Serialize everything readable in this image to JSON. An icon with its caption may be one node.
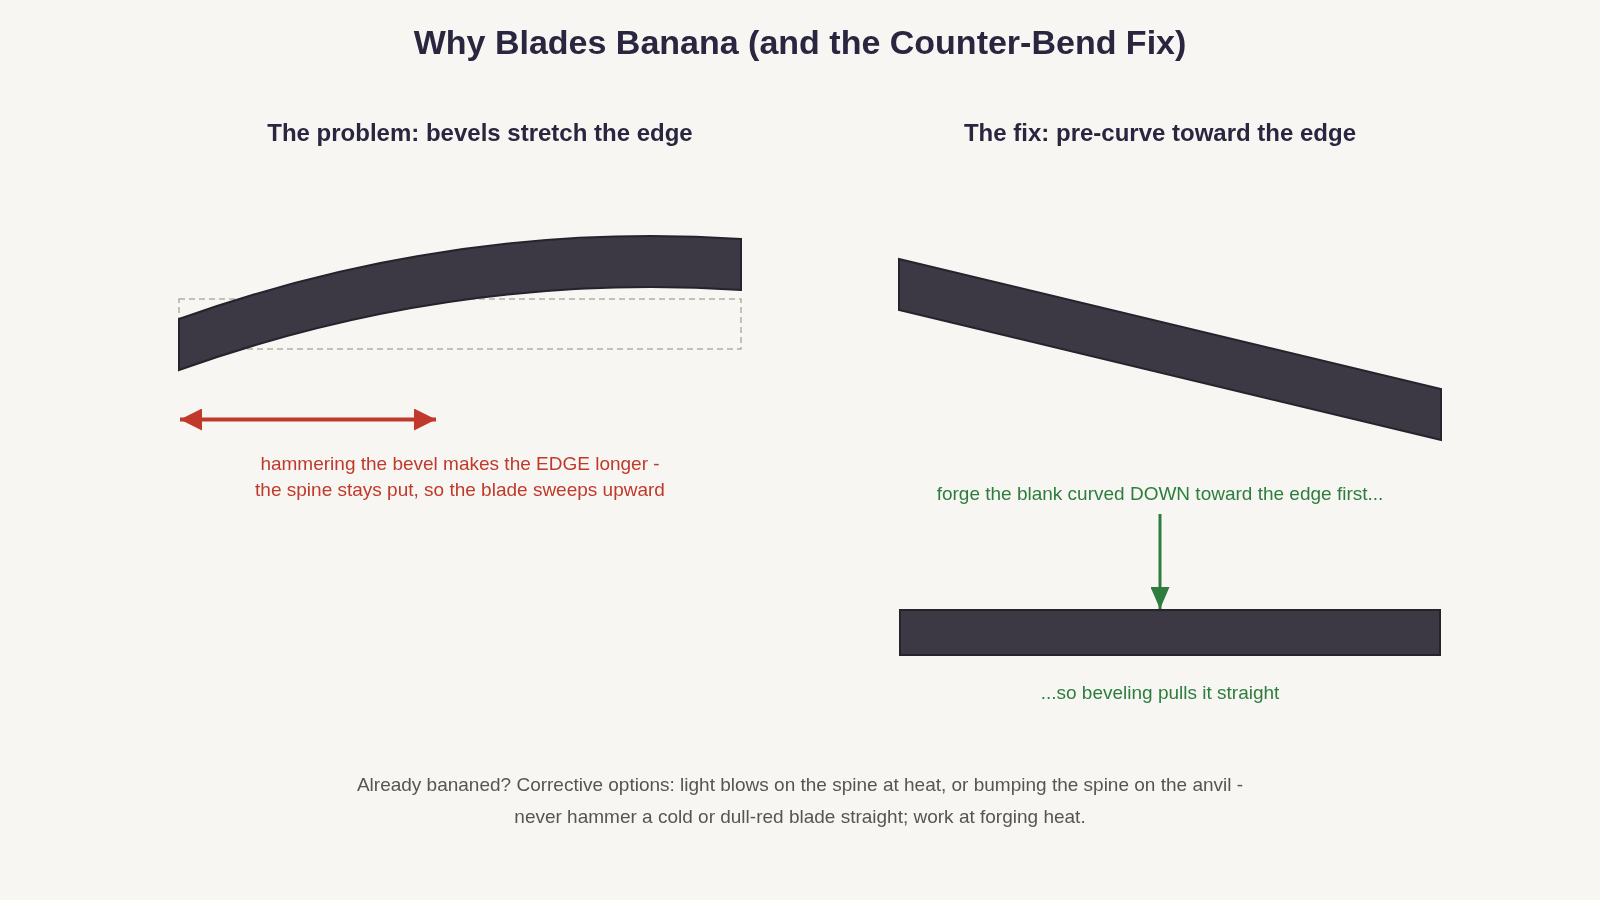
{
  "diagram": {
    "title": "Why Blades Banana (and the Counter-Bend Fix)",
    "nodes": [
      {
        "text": [
          "forge the blank curved DOWN toward the edge first..."
        ]
      },
      {
        "text": [],
        "shape": "bar",
        "beside": [
          "...so beveling pulls it straight"
        ]
      }
    ],
    "edges": [
      {
        "from": 0,
        "to": 1,
        "arrow": "to"
      }
    ],
    "labels": [
      "The problem: bevels stretch the edge",
      "The fix: pre-curve toward the edge",
      "hammering the bevel makes the EDGE longer - the spine stays put, so the blade sweeps upward",
      "Already bananed? Corrective options: light blows on the spine at heat, or bumping the spine on the anvil - never hammer a cold or dull-red blade straight; work at forging heat."
    ]
  }
}
